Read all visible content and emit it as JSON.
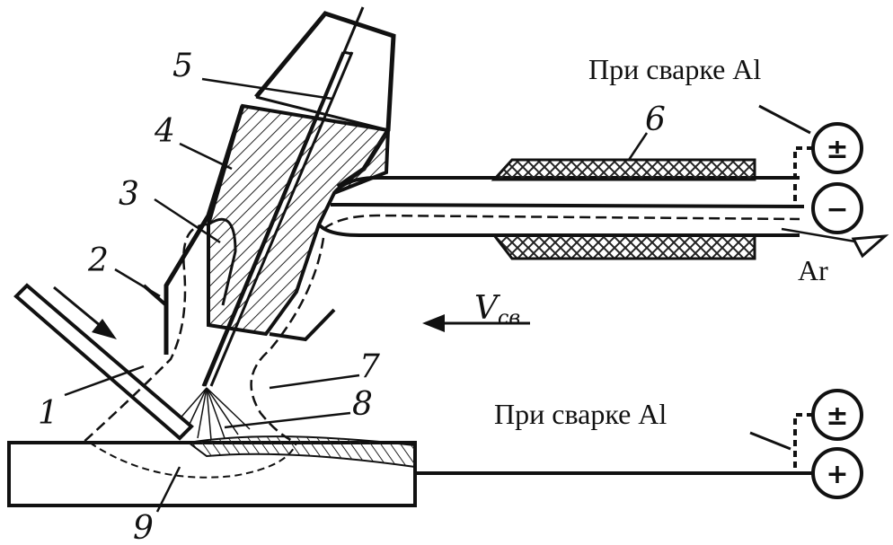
{
  "callouts": [
    "1",
    "2",
    "3",
    "4",
    "5",
    "6",
    "7",
    "8",
    "9"
  ],
  "labels": {
    "top_polarity_note": "При сварке Al",
    "bottom_polarity_note": "При сварке Al",
    "gas": "Ar",
    "speed_symbol": "V",
    "speed_subscript": "св"
  },
  "terminals": {
    "top_alt": "±",
    "torch": "−",
    "bottom_alt": "±",
    "work": "+"
  }
}
